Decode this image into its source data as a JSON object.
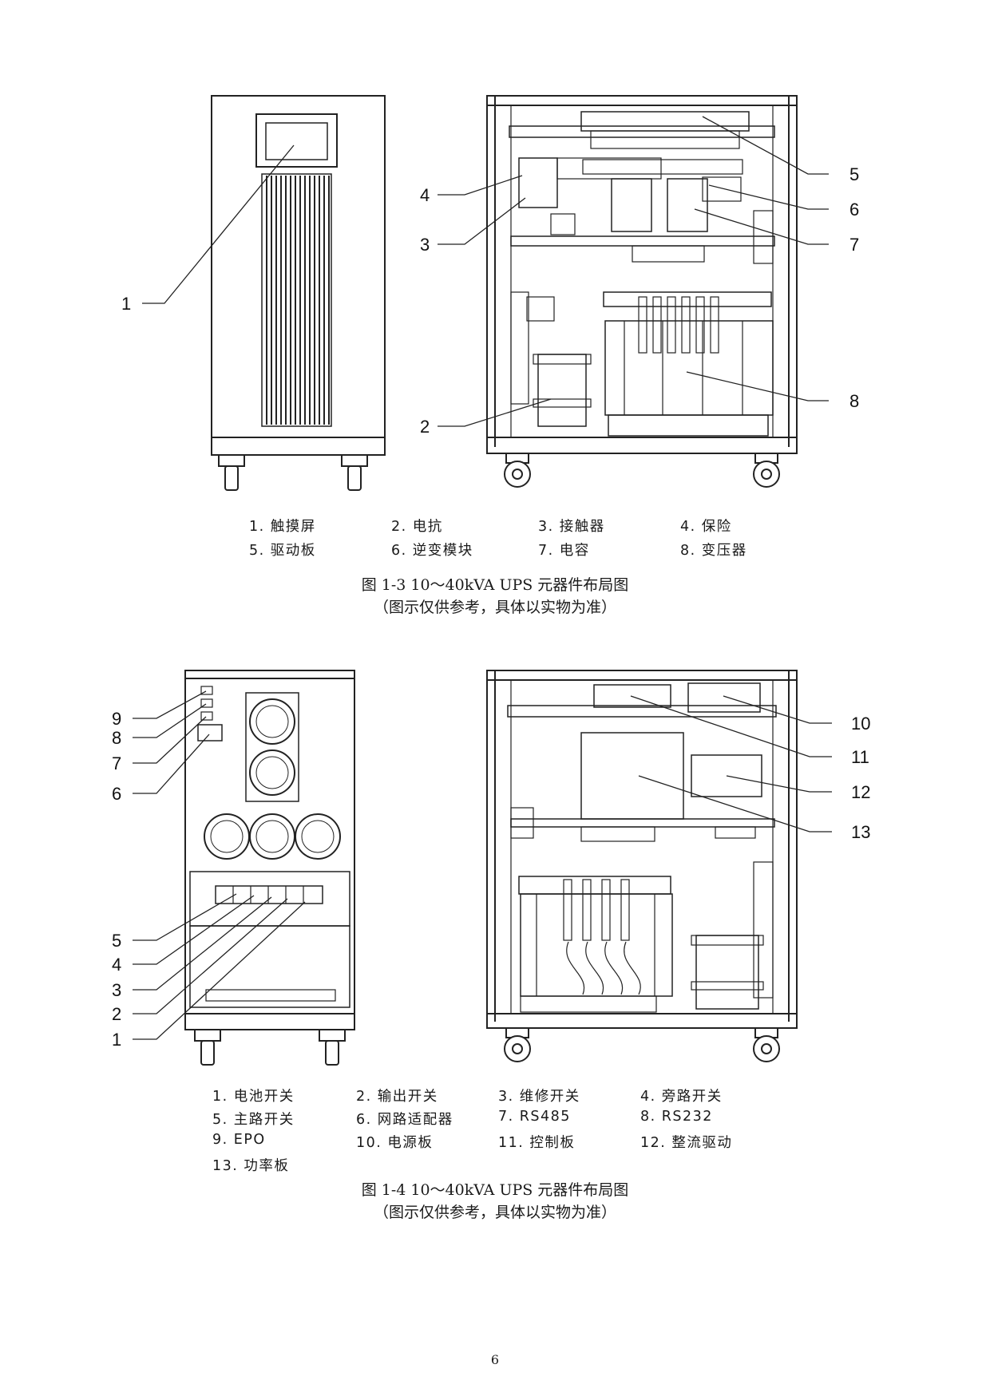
{
  "figure3": {
    "callouts": [
      "1",
      "2",
      "3",
      "4",
      "5",
      "6",
      "7",
      "8"
    ],
    "legend": [
      "1. 触摸屏",
      "2. 电抗",
      "3. 接触器",
      "4. 保险",
      "5. 驱动板",
      "6. 逆变模块",
      "7. 电容",
      "8. 变压器"
    ],
    "caption": "图 1-3   10～40kVA UPS 元器件布局图",
    "subcaption": "（图示仅供参考，具体以实物为准）"
  },
  "figure4": {
    "callouts": [
      "1",
      "2",
      "3",
      "4",
      "5",
      "6",
      "7",
      "8",
      "9",
      "10",
      "11",
      "12",
      "13"
    ],
    "legend": [
      "1. 电池开关",
      "2. 输出开关",
      "3. 维修开关",
      "4. 旁路开关",
      "5. 主路开关",
      "6. 网路适配器",
      "7. RS485",
      "8. RS232",
      "9. EPO",
      "10. 电源板",
      "11. 控制板",
      "12. 整流驱动",
      "13. 功率板"
    ],
    "caption": "图 1-4   10～40kVA UPS 元器件布局图",
    "subcaption": "（图示仅供参考，具体以实物为准）"
  },
  "page_number": "6"
}
